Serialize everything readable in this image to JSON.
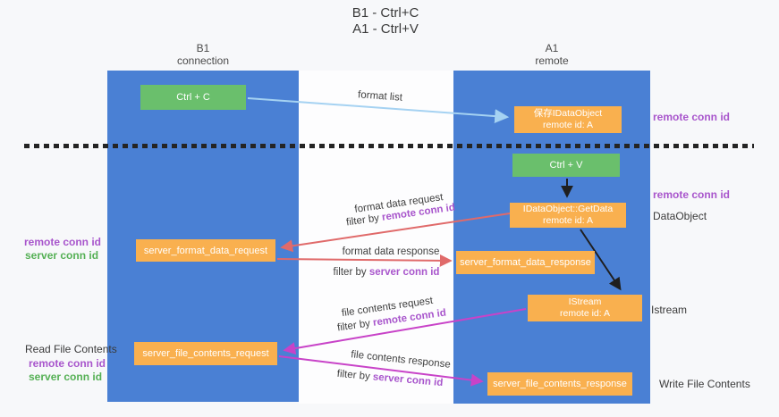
{
  "title": {
    "line1": "B1 - Ctrl+C",
    "line2": "A1 - Ctrl+V"
  },
  "columns": {
    "left": {
      "name": "B1",
      "subtitle": "connection"
    },
    "right": {
      "name": "A1",
      "subtitle": "remote"
    }
  },
  "boxes": {
    "ctrl_c": "Ctrl + C",
    "ctrl_v": "Ctrl + V",
    "save_idataobject": {
      "line1": "保存IDataObject",
      "line2": "remote id: A"
    },
    "idataobject_getdata": {
      "line1": "IDataObject::GetData",
      "line2": "remote id: A"
    },
    "istream": {
      "line1": "IStream",
      "line2": "remote id: A"
    },
    "server_format_data_request": "server_format_data_request",
    "server_format_data_response": "server_format_data_response",
    "server_file_contents_request": "server_file_contents_request",
    "server_file_contents_response": "server_file_contents_response"
  },
  "labels": {
    "format_list": "format list",
    "format_data_request": "format data request",
    "format_data_response": "format data response",
    "file_contents_request": "file contents request",
    "file_contents_response": "file contents response",
    "filter_by": "filter by ",
    "remote_conn_id": "remote conn id",
    "server_conn_id": "server conn id"
  },
  "margins": {
    "left_remote_conn_id": "remote conn id",
    "left_server_conn_id": "server conn id",
    "read_file_contents": "Read File Contents",
    "left_bottom_remote_conn_id": "remote conn id",
    "left_bottom_server_conn_id": "server conn id",
    "right_top_remote_conn_id": "remote conn id",
    "right_mid_remote_conn_id": "remote conn id",
    "dataobject": "DataObject",
    "istream": "Istream",
    "write_file_contents": "Write File Contents"
  },
  "colors": {
    "column_blue": "#4a80d4",
    "box_orange": "#f9b04f",
    "box_green": "#6abf6c",
    "arrow_blue": "#a5d2f2",
    "arrow_red": "#e06a6a",
    "arrow_magenta": "#c843c8",
    "arrow_black": "#1f1f1f",
    "text_purple": "#a855cc",
    "text_green": "#55b055"
  }
}
